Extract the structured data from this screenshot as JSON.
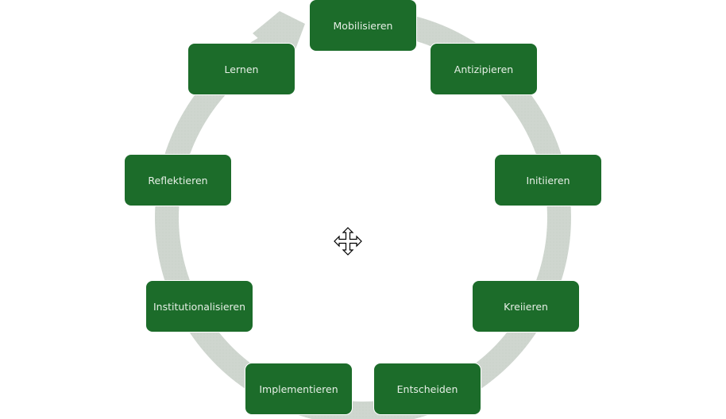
{
  "diagram": {
    "type": "cycle",
    "colors": {
      "node_fill": "#1c6c2a",
      "node_text": "#e6efe6",
      "ring": "#cfd6cf",
      "background": "#ffffff"
    },
    "nodes": [
      {
        "id": "mobilisieren",
        "label": "Mobilisieren"
      },
      {
        "id": "antizipieren",
        "label": "Antizipieren"
      },
      {
        "id": "initiieren",
        "label": "Initiieren"
      },
      {
        "id": "kreiieren",
        "label": "Kreiieren"
      },
      {
        "id": "entscheiden",
        "label": "Entscheiden"
      },
      {
        "id": "implementieren",
        "label": "Implementieren"
      },
      {
        "id": "institutionalisieren",
        "label": "Institutionalisieren"
      },
      {
        "id": "reflektieren",
        "label": "Reflektieren"
      },
      {
        "id": "lernen",
        "label": "Lernen"
      }
    ],
    "flow_direction": "clockwise",
    "cursor_icon": "move-cursor-icon"
  }
}
